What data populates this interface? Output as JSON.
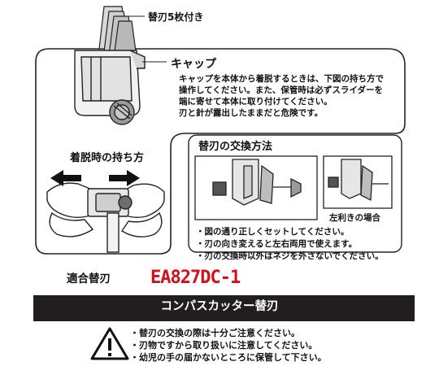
{
  "callouts": {
    "blades": "替刃5枚付き",
    "cap_title": "キャップ",
    "cap_desc": [
      "キャップを本体から着脱するときは、下図の持ち方で",
      "操作してください。また、保管時は必ずスライダーを",
      "端に寄せて本体に取り付けてください。",
      "刃と針が露出したままだと危険です。"
    ]
  },
  "holding": {
    "title": "着脱時の持ち方"
  },
  "exchange": {
    "title": "替刃の交換方法",
    "left_hand_label": "左利きの場合",
    "notes": [
      "・図の通り正しくセットしてください。",
      "・刃の向き変えると左右両用で使えます。",
      "・刃の交換時以外はネジを外さないでください。"
    ]
  },
  "compatible": {
    "label": "適合替刃",
    "model": "EA827DC-1"
  },
  "product": {
    "name": "コンパスカッター替刃"
  },
  "warnings": [
    "・替刃の交換の際は十分ご注意ください。",
    "・刃物ですから取り扱いに注意してください。",
    "・幼児の手の届かないところに保管して下さい。"
  ]
}
